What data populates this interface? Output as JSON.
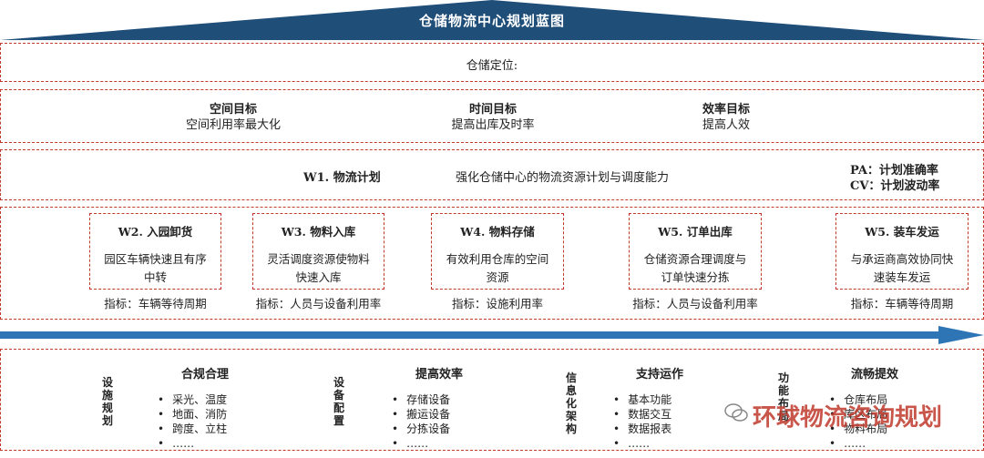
{
  "header": {
    "title": "仓储物流中心规划蓝图"
  },
  "positioning": {
    "label": "仓储定位:"
  },
  "goals": [
    {
      "title": "空间目标",
      "desc": "空间利用率最大化"
    },
    {
      "title": "时间目标",
      "desc": "提高出库及时率"
    },
    {
      "title": "效率目标",
      "desc": "提高人效"
    }
  ],
  "w1": {
    "code": "W1.  物流计划",
    "desc": "强化仓储中心的物流资源计划与调度能力",
    "kpi1": "PA：计划准确率",
    "kpi2": "CV：计划波动率"
  },
  "processes": [
    {
      "title": "W2.  入园卸货",
      "desc": "园区车辆快速且有序中转",
      "indicator": "指标：车辆等待周期"
    },
    {
      "title": "W3.  物料入库",
      "desc": "灵活调度资源使物料快速入库",
      "indicator": "指标：人员与设备利用率"
    },
    {
      "title": "W4.  物料存储",
      "desc": "有效利用仓库的空间资源",
      "indicator": "指标：设施利用率"
    },
    {
      "title": "W5.  订单出库",
      "desc": "仓储资源合理调度与订单快速分拣",
      "indicator": "指标：人员与设备利用率"
    },
    {
      "title": "W5.  装车发运",
      "desc": "与承运商高效协同快速装车发运",
      "indicator": "指标：车辆等待周期"
    }
  ],
  "foundation": [
    {
      "label": "设施规划",
      "title": "合规合理",
      "items": [
        "采光、温度",
        "地面、消防",
        "跨度、立柱",
        "……"
      ]
    },
    {
      "label": "设备配置",
      "title": "提高效率",
      "items": [
        "存储设备",
        "搬运设备",
        "分拣设备",
        "……"
      ]
    },
    {
      "label": "信息化架构",
      "title": "支持运作",
      "items": [
        "基本功能",
        "数据交互",
        "数据报表",
        "……"
      ]
    },
    {
      "label": "功能布局",
      "title": "流畅提效",
      "items": [
        "仓库布局",
        "库区布局",
        "物料布局",
        "……"
      ]
    }
  ],
  "watermark": "环球物流咨询规划",
  "colors": {
    "roof": "#1f4e79",
    "arrow": "#2e75b6",
    "dash": "#c0392b"
  }
}
